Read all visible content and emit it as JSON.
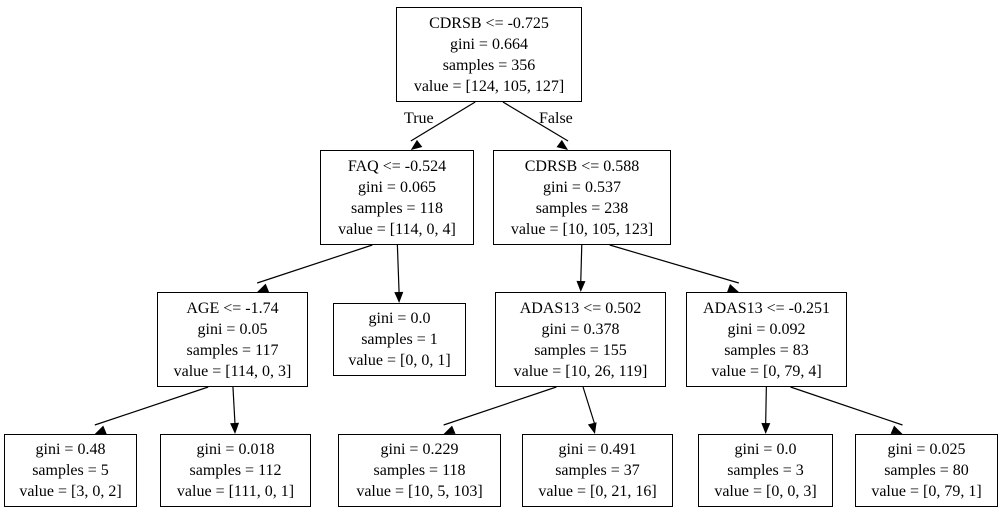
{
  "nodes": {
    "root": {
      "rule": "CDRSB <= -0.725",
      "gini": "gini = 0.664",
      "samples": "samples = 356",
      "value": "value = [124, 105, 127]"
    },
    "n_faq": {
      "rule": "FAQ <= -0.524",
      "gini": "gini = 0.065",
      "samples": "samples = 118",
      "value": "value = [114, 0, 4]"
    },
    "n_cdrsb2": {
      "rule": "CDRSB <= 0.588",
      "gini": "gini = 0.537",
      "samples": "samples = 238",
      "value": "value = [10, 105, 123]"
    },
    "n_age": {
      "rule": "AGE <= -1.74",
      "gini": "gini = 0.05",
      "samples": "samples = 117",
      "value": "value = [114, 0, 3]"
    },
    "leaf_a": {
      "gini": "gini = 0.0",
      "samples": "samples = 1",
      "value": "value = [0, 0, 1]"
    },
    "n_adas_a": {
      "rule": "ADAS13 <= 0.502",
      "gini": "gini = 0.378",
      "samples": "samples = 155",
      "value": "value = [10, 26, 119]"
    },
    "n_adas_b": {
      "rule": "ADAS13 <= -0.251",
      "gini": "gini = 0.092",
      "samples": "samples = 83",
      "value": "value = [0, 79, 4]"
    },
    "leaf_b": {
      "gini": "gini = 0.48",
      "samples": "samples = 5",
      "value": "value = [3, 0, 2]"
    },
    "leaf_c": {
      "gini": "gini = 0.018",
      "samples": "samples = 112",
      "value": "value = [111, 0, 1]"
    },
    "leaf_d": {
      "gini": "gini = 0.229",
      "samples": "samples = 118",
      "value": "value = [10, 5, 103]"
    },
    "leaf_e": {
      "gini": "gini = 0.491",
      "samples": "samples = 37",
      "value": "value = [0, 21, 16]"
    },
    "leaf_f": {
      "gini": "gini = 0.0",
      "samples": "samples = 3",
      "value": "value = [0, 0, 3]"
    },
    "leaf_g": {
      "gini": "gini = 0.025",
      "samples": "samples = 80",
      "value": "value = [0, 79, 1]"
    }
  },
  "edge_labels": {
    "true": "True",
    "false": "False"
  },
  "edges": [
    [
      "root",
      "n_faq"
    ],
    [
      "root",
      "n_cdrsb2"
    ],
    [
      "n_faq",
      "n_age"
    ],
    [
      "n_faq",
      "leaf_a"
    ],
    [
      "n_cdrsb2",
      "n_adas_a"
    ],
    [
      "n_cdrsb2",
      "n_adas_b"
    ],
    [
      "n_age",
      "leaf_b"
    ],
    [
      "n_age",
      "leaf_c"
    ],
    [
      "n_adas_a",
      "leaf_d"
    ],
    [
      "n_adas_a",
      "leaf_e"
    ],
    [
      "n_adas_b",
      "leaf_f"
    ],
    [
      "n_adas_b",
      "leaf_g"
    ]
  ]
}
